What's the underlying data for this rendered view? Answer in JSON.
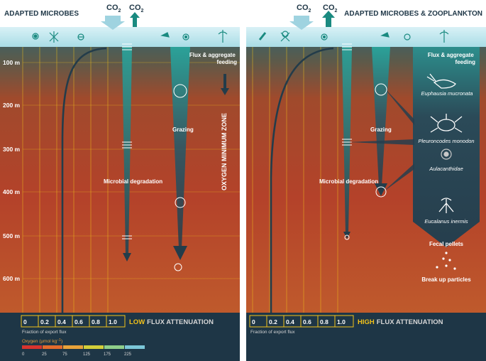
{
  "panels": [
    {
      "title": "ADAPTED MICROBES",
      "co2": [
        "CO",
        "CO"
      ],
      "co2_sub": "2",
      "depths": [
        "100 m",
        "200 m",
        "300 m",
        "400 m",
        "500 m",
        "600 m"
      ],
      "labels": {
        "flux_feeding": [
          "Flux & aggregate",
          "feeding"
        ],
        "grazing": "Grazing",
        "microbial": "Microbial degradation",
        "omz": "OXYGEN MINIMUM ZONE"
      },
      "flux_ticks": [
        "0",
        "0.2",
        "0.4",
        "0.6",
        "0.8",
        "1.0"
      ],
      "attenuation": {
        "level": "LOW",
        "text": "FLUX ATTENUATION"
      },
      "fraction_label": "Fraction of export flux",
      "oxygen_legend": {
        "title_prefix": "Oxygen (μmol kg",
        "title_sup": "−1",
        "title_suffix": ")",
        "values": [
          "0",
          "25",
          "75",
          "125",
          "175",
          "225"
        ],
        "colors": [
          "#d8342e",
          "#e36b2c",
          "#e8a23a",
          "#d3cf3a",
          "#8fcf8a",
          "#7cc7d8"
        ]
      }
    },
    {
      "title": "ADAPTED MICROBES & ZOOPLANKTON",
      "co2": [
        "CO",
        "CO"
      ],
      "co2_sub": "2",
      "labels": {
        "flux_feeding": [
          "Flux & aggregate",
          "feeding"
        ],
        "grazing": "Grazing",
        "microbial": "Microbial degradation",
        "fecal": "Fecal pellets",
        "breakup": "Break up particles"
      },
      "species": [
        "Euphausia mucronata",
        "Pleuroncodes monodon",
        "Aulacanthidae",
        "Eucalanus inermis"
      ],
      "flux_ticks": [
        "0",
        "0.2",
        "0.4",
        "0.6",
        "0.8",
        "1.0"
      ],
      "attenuation": {
        "level": "HIGH",
        "text": "FLUX ATTENUATION"
      },
      "fraction_label": "Fraction of export flux"
    }
  ],
  "colors": {
    "accent_yellow": "#f2c21a",
    "footer": "#1e3646",
    "water_top": "#2e5f6a",
    "water_bottom": "#b8452a",
    "co2_arrow": "#9fd3e0",
    "co2_arrow_dark": "#1a8a80"
  }
}
